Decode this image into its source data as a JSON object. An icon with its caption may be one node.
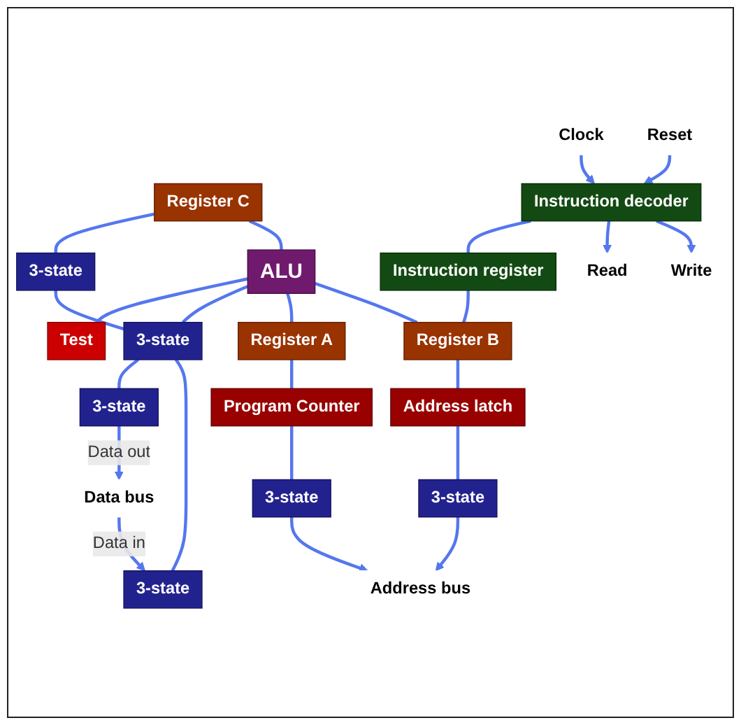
{
  "diagram": {
    "nodes": [
      {
        "text": [
          "3-state"
        ]
      },
      {
        "text": [
          "Register C"
        ]
      },
      {
        "text": [
          "ALU"
        ]
      },
      {
        "text": [
          "Test"
        ]
      },
      {
        "text": [
          "Clock"
        ]
      },
      {
        "text": [
          "Reset"
        ]
      },
      {
        "text": [
          "Instruction decoder"
        ]
      },
      {
        "text": [
          "3-state"
        ]
      },
      {
        "text": [
          "Register A"
        ]
      },
      {
        "text": [
          "Register B"
        ]
      },
      {
        "text": [
          "Instruction register"
        ]
      },
      {
        "text": [
          "Program Counter"
        ]
      },
      {
        "text": [
          "Address latch"
        ]
      },
      {
        "text": [
          "3-state"
        ]
      },
      {
        "text": [
          "3-state"
        ]
      },
      {
        "text": [
          "3-state"
        ]
      },
      {
        "text": [
          "3-state"
        ]
      },
      {
        "text": [
          "Read"
        ]
      },
      {
        "text": [
          "Address bus"
        ]
      },
      {
        "text": [
          "Data bus"
        ]
      },
      {
        "text": [
          "Write"
        ]
      }
    ],
    "edges": [
      {
        "from": 1,
        "to": 0,
        "arrow": "none"
      },
      {
        "from": 1,
        "to": 2,
        "arrow": "none"
      },
      {
        "from": 2,
        "to": 3,
        "arrow": "none"
      },
      {
        "from": 4,
        "to": 6,
        "arrow": "to"
      },
      {
        "from": 5,
        "to": 6,
        "arrow": "to"
      },
      {
        "from": 2,
        "to": 7,
        "arrow": "none"
      },
      {
        "from": 2,
        "to": 8,
        "arrow": "none"
      },
      {
        "from": 2,
        "to": 9,
        "arrow": "none"
      },
      {
        "from": 0,
        "to": 7,
        "arrow": "none"
      },
      {
        "from": 6,
        "to": 10,
        "arrow": "none"
      },
      {
        "from": 8,
        "to": 11,
        "arrow": "none"
      },
      {
        "from": 9,
        "to": 12,
        "arrow": "none"
      },
      {
        "from": 10,
        "to": 9,
        "arrow": "none"
      },
      {
        "from": 7,
        "to": 15,
        "arrow": "none"
      },
      {
        "from": 7,
        "to": 16,
        "arrow": "none"
      },
      {
        "from": 11,
        "to": 13,
        "arrow": "none"
      },
      {
        "from": 12,
        "to": 14,
        "arrow": "none"
      },
      {
        "from": 13,
        "to": 18,
        "arrow": "to"
      },
      {
        "from": 14,
        "to": 18,
        "arrow": "to"
      },
      {
        "from": 15,
        "to": 19,
        "arrow": "to",
        "label": "Data out"
      },
      {
        "from": 19,
        "to": 16,
        "arrow": "to",
        "label": "Data in"
      },
      {
        "from": 6,
        "to": 17,
        "arrow": "to"
      },
      {
        "from": 6,
        "to": 20,
        "arrow": "to"
      }
    ]
  }
}
